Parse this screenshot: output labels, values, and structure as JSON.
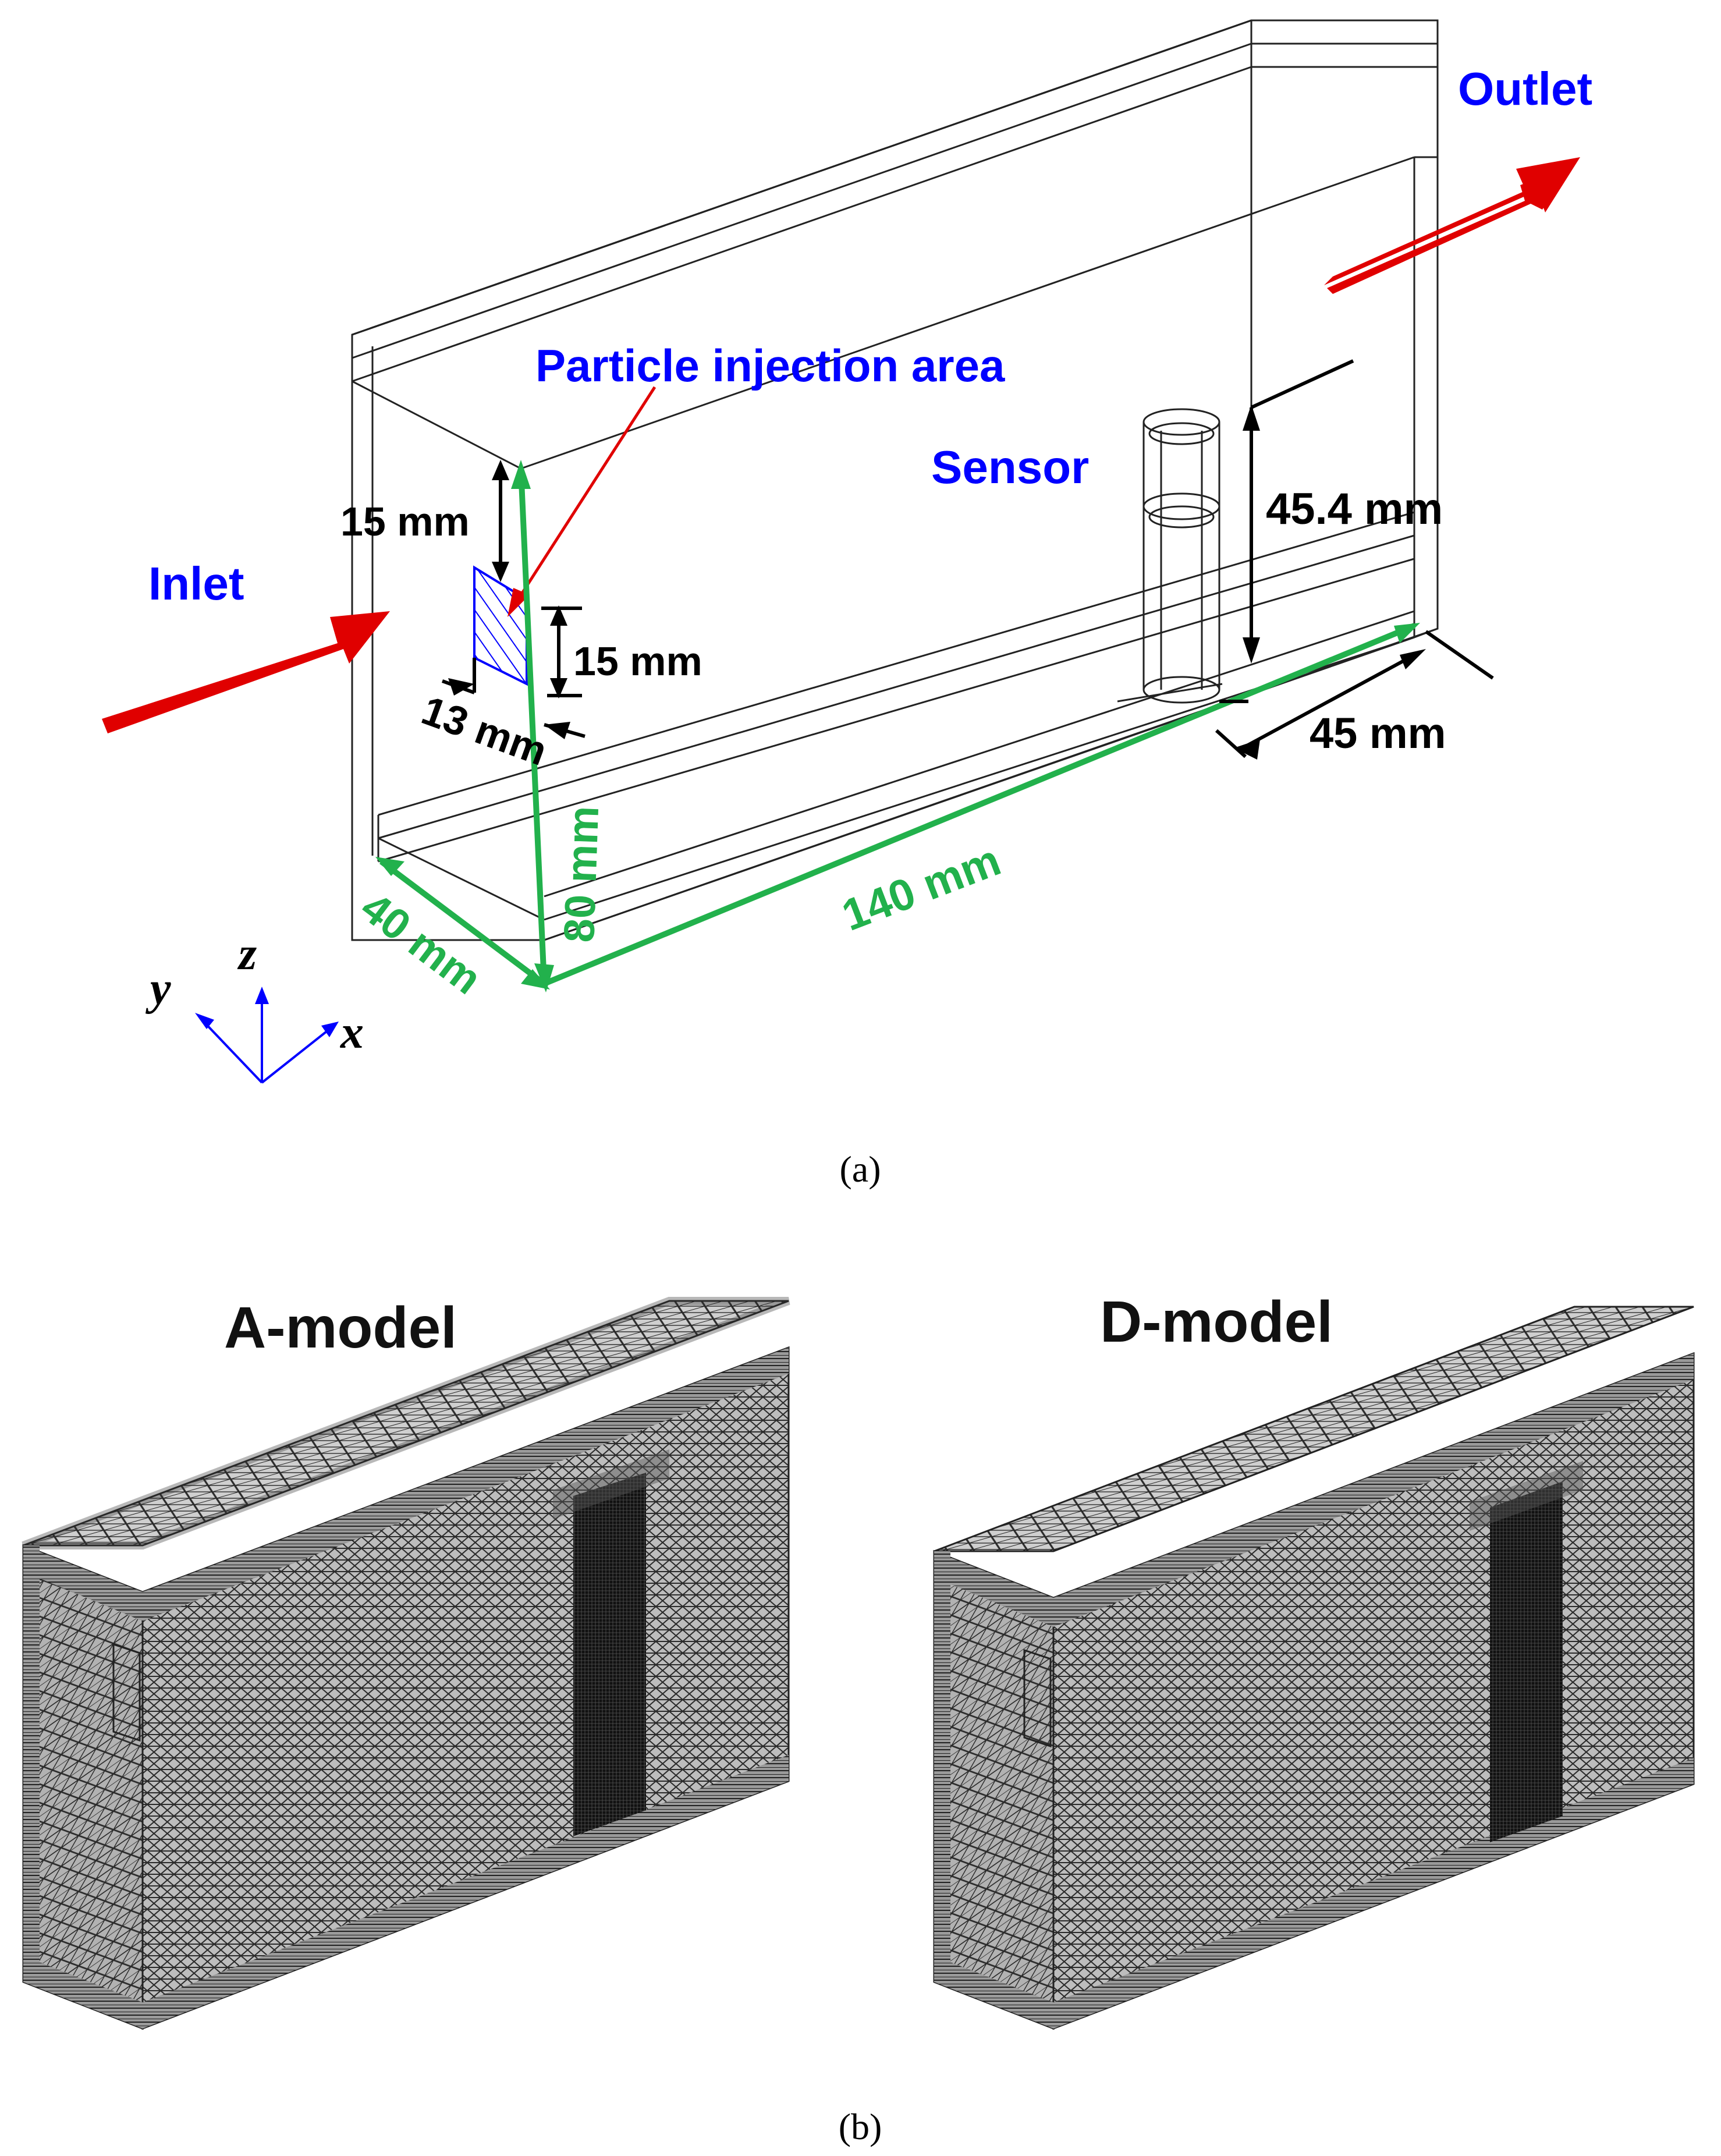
{
  "panel_a": {
    "outlet_label": "Outlet",
    "inlet_label": "Inlet",
    "injection_label": "Particle injection area",
    "sensor_label": "Sensor",
    "dim_15mm_top": "15 mm",
    "dim_15mm_height": "15 mm",
    "dim_13mm": "13 mm",
    "dim_45_4mm": "45.4 mm",
    "dim_45mm": "45 mm",
    "dim_80mm": "80 mm",
    "dim_140mm": "140 mm",
    "dim_40mm": "40 mm",
    "axis_y": "y",
    "axis_z": "z",
    "axis_x": "x",
    "caption": "(a)"
  },
  "panel_b": {
    "left_title": "A-model",
    "right_title": "D-model",
    "caption": "(b)"
  },
  "colors": {
    "arrow_red": "#E00000",
    "label_blue": "#0000FF",
    "dimension_green": "#22B14C",
    "mesh_face": "#BDBDBD",
    "mesh_line": "#2A2A2A"
  }
}
